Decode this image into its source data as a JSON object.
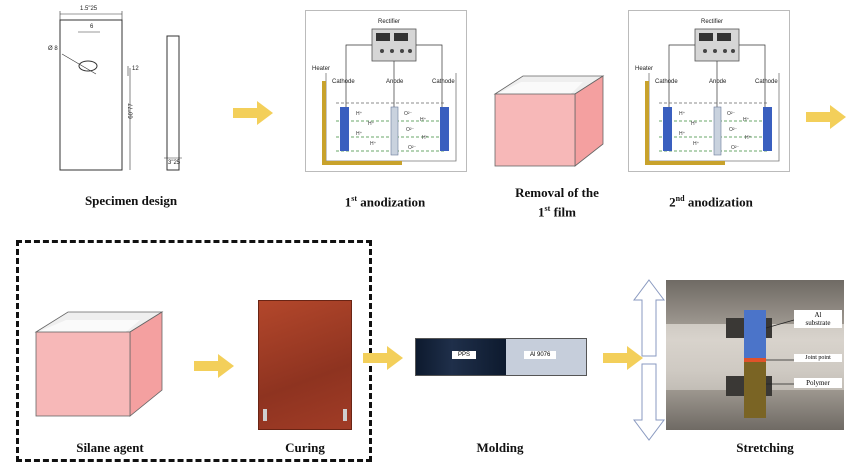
{
  "colors": {
    "arrow": "#f3cf5a",
    "box_side": "#f4a0a0",
    "box_front": "#f7b8b8",
    "box_top": "#efefef",
    "cathode": "#3a5fbf",
    "heater": "#c8a22c",
    "curing_panel": "#9c3b24",
    "aluminium_blue": "#4b74c9",
    "polymer": "#7a6424"
  },
  "top_row": {
    "specimen": {
      "caption": "Specimen design",
      "dim_width": "1.5\"25",
      "dim_hole_offset": "6",
      "dim_hole": "Ø 8",
      "dim_hole_side": "12",
      "dim_length": "60\"77",
      "dim_thickness": "3\"25"
    },
    "anod1": {
      "caption_pre": "1",
      "caption_sup": "st",
      "caption_post": " anodization",
      "rectifier": "Rectifier",
      "heater": "Heater",
      "cathode_left": "Cathode",
      "anode": "Anode",
      "cathode_right": "Cathode"
    },
    "removal": {
      "caption_line1": "Removal of the",
      "caption_line2_pre": "1",
      "caption_line2_sup": "st",
      "caption_line2_post": " film"
    },
    "anod2": {
      "caption_pre": "2",
      "caption_sup": "nd",
      "caption_post": " anodization",
      "rectifier": "Rectifier",
      "heater": "Heater",
      "cathode_left": "Cathode",
      "anode": "Anode",
      "cathode_right": "Cathode"
    }
  },
  "bottom_row": {
    "silane": {
      "caption": "Silane agent"
    },
    "curing": {
      "caption": "Curing"
    },
    "molding": {
      "caption": "Molding",
      "left_label": "PPS",
      "right_label": "Al 9076"
    },
    "stretching": {
      "caption": "Stretching",
      "label_al": "Al\nsubstrate",
      "label_joint": "Joint point",
      "label_polymer": "Polymer"
    }
  }
}
